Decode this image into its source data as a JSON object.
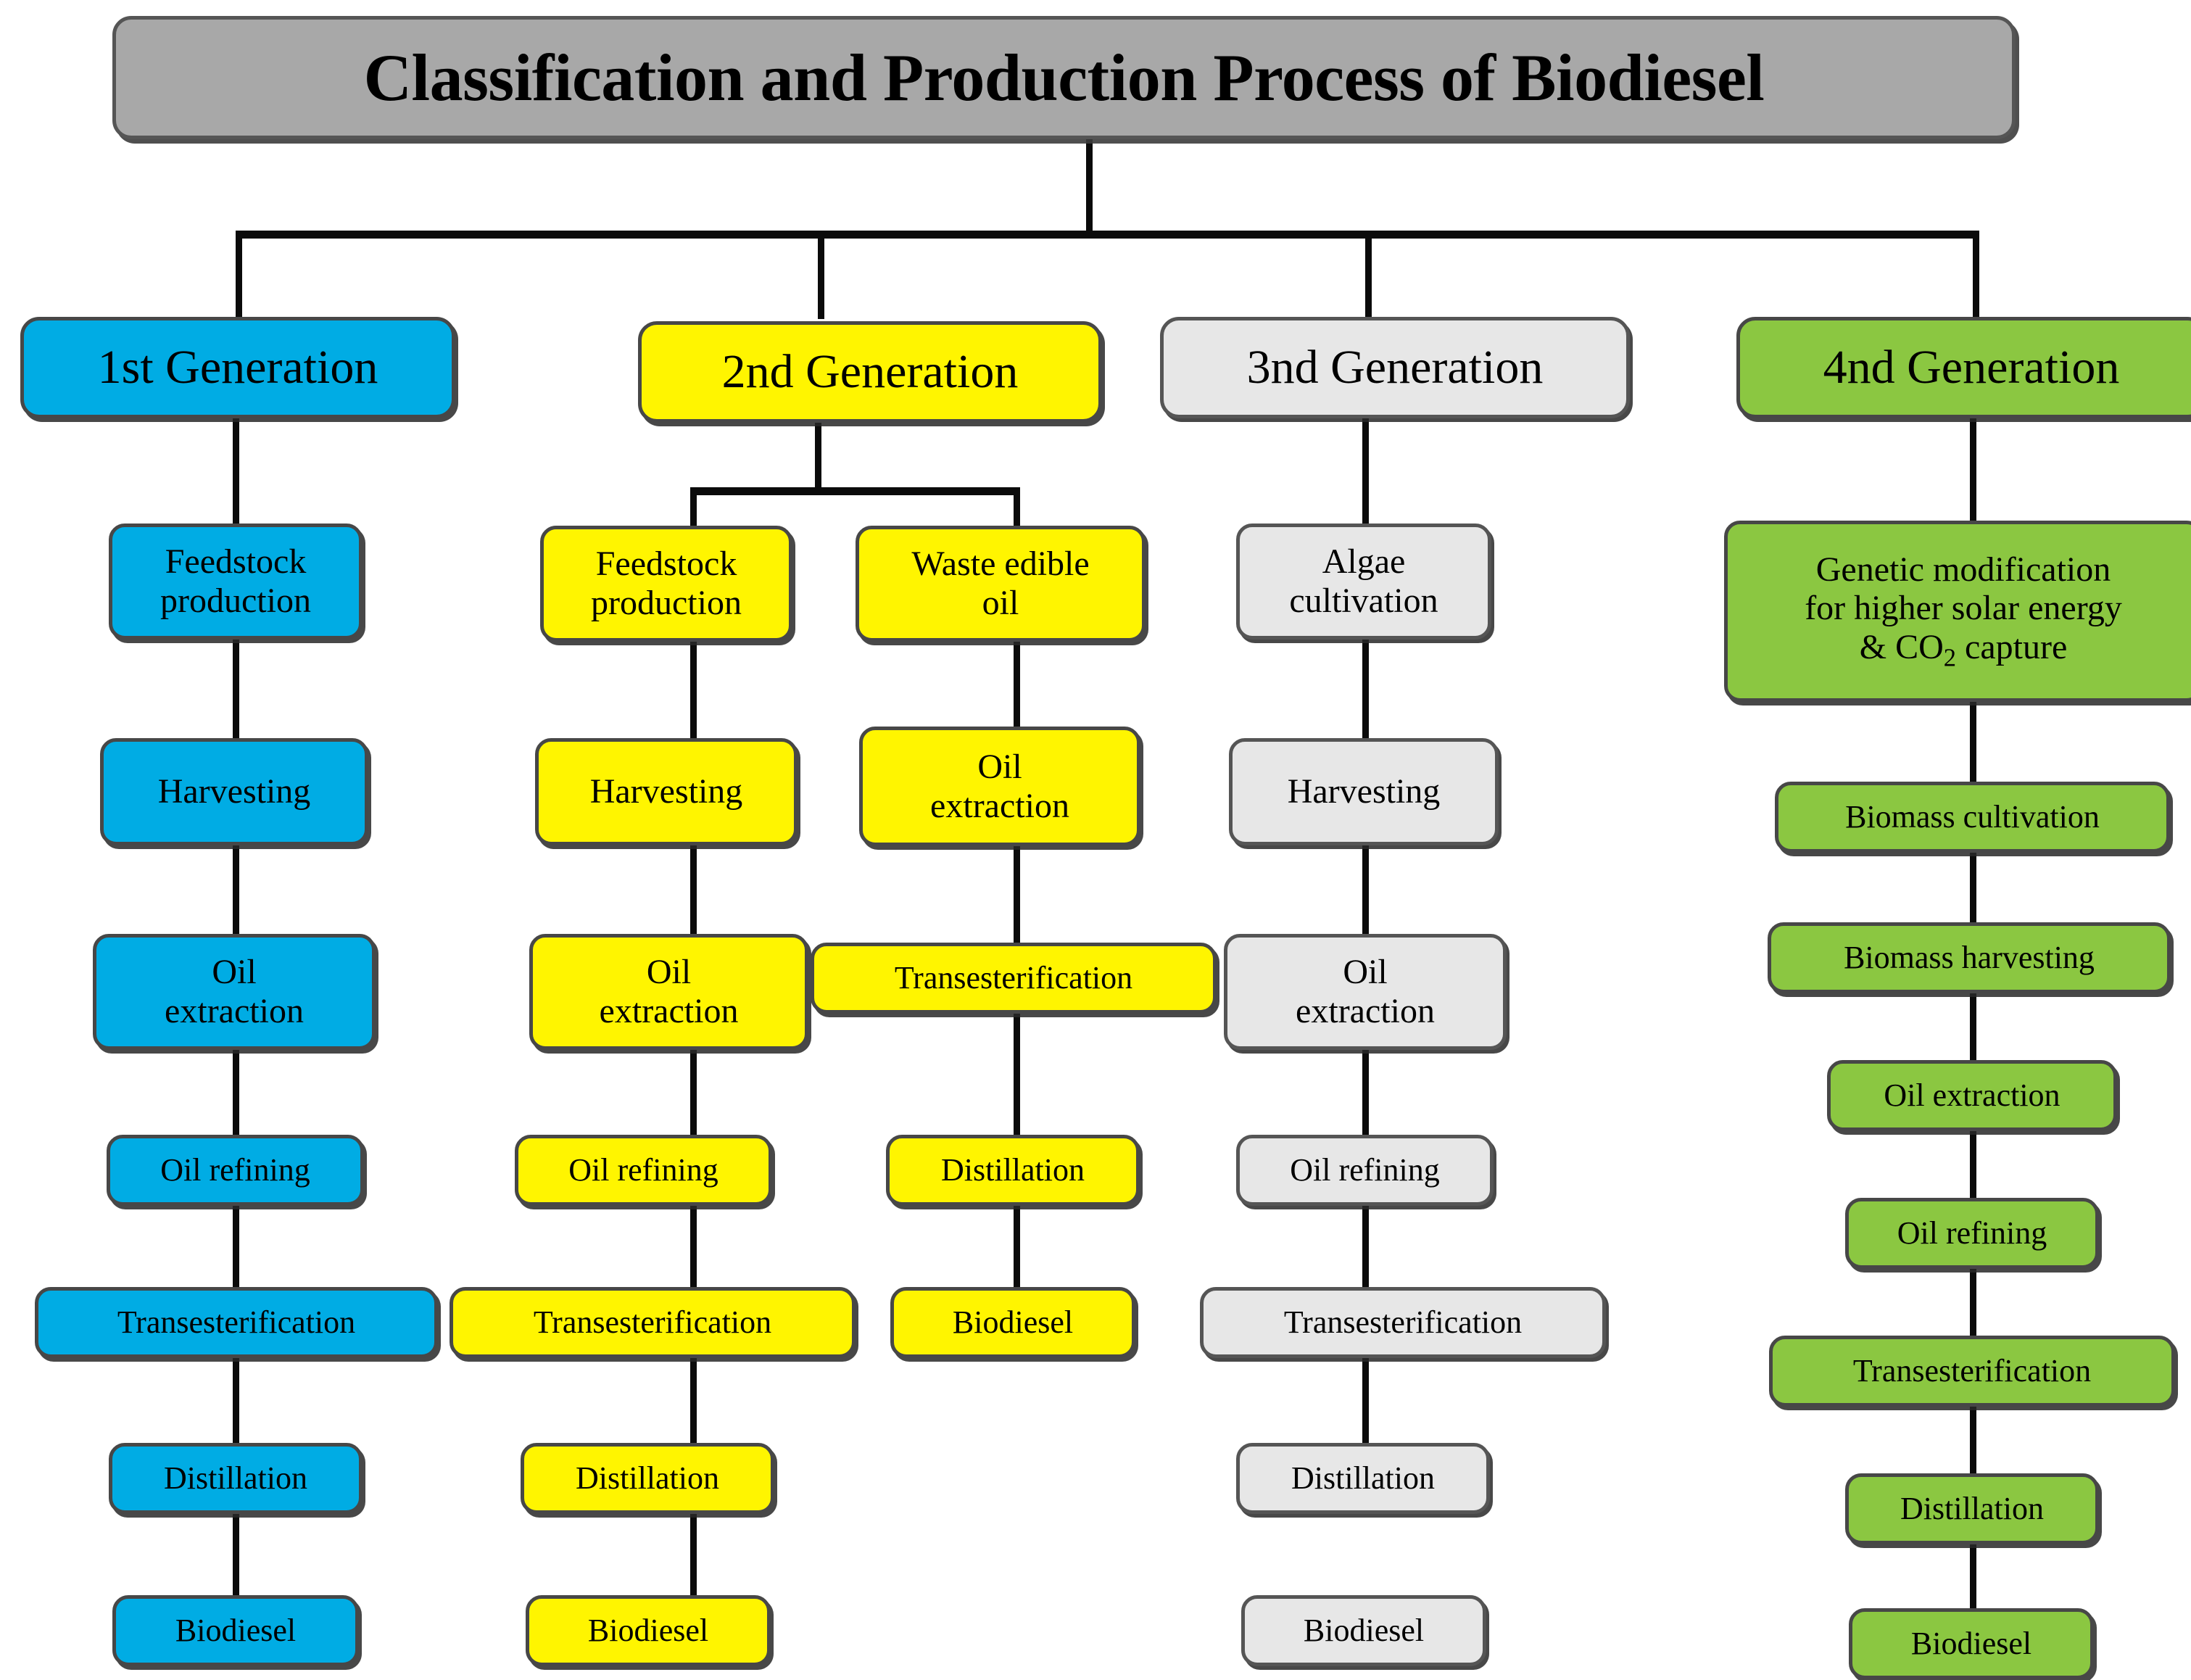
{
  "title": {
    "text": "Classification and Production Process of Biodiesel"
  },
  "generations": [
    {
      "id": "gen1",
      "header": "1st Generation",
      "color": "#00ACE4",
      "steps": [
        "Feedstock production",
        "Harvesting",
        "Oil extraction",
        "Oil refining",
        "Transesterification",
        "Distillation",
        "Biodiesel"
      ]
    },
    {
      "id": "gen2",
      "header": "2nd Generation",
      "color": "#FFF500",
      "branches": [
        {
          "id": "gen2a",
          "steps": [
            "Feedstock production",
            "Harvesting",
            "Oil extraction",
            "Oil refining",
            "Transesterification",
            "Distillation",
            "Biodiesel"
          ]
        },
        {
          "id": "gen2b",
          "steps": [
            "Waste edible oil",
            "Oil extraction",
            "Transesterification",
            "Distillation",
            "Biodiesel"
          ]
        }
      ]
    },
    {
      "id": "gen3",
      "header": "3nd Generation",
      "color": "#E7E7E7",
      "steps": [
        "Algae cultivation",
        "Harvesting",
        "Oil extraction",
        "Oil refining",
        "Transesterification",
        "Distillation",
        "Biodiesel"
      ]
    },
    {
      "id": "gen4",
      "header": "4nd Generation",
      "color": "#8BC741",
      "steps": [
        "Genetic modification for higher solar energy & CO2 capture",
        "Biomass cultivation",
        "Biomass harvesting",
        "Oil extraction",
        "Oil refining",
        "Transesterification",
        "Distillation",
        "Biodiesel"
      ]
    }
  ],
  "gen1_steps": {
    "s0_l1": "Feedstock",
    "s0_l2": "production",
    "s1": "Harvesting",
    "s2_l1": "Oil",
    "s2_l2": "extraction",
    "s3": "Oil refining",
    "s4": "Transesterification",
    "s5": "Distillation",
    "s6": "Biodiesel"
  },
  "gen2a_steps": {
    "s0_l1": "Feedstock",
    "s0_l2": "production",
    "s1": "Harvesting",
    "s2_l1": "Oil",
    "s2_l2": "extraction",
    "s3": "Oil refining",
    "s4": "Transesterification",
    "s5": "Distillation",
    "s6": "Biodiesel"
  },
  "gen2b_steps": {
    "s0_l1": "Waste edible",
    "s0_l2": "oil",
    "s1_l1": "Oil",
    "s1_l2": "extraction",
    "s2": "Transesterification",
    "s3": "Distillation",
    "s4": "Biodiesel"
  },
  "gen3_steps": {
    "s0_l1": "Algae",
    "s0_l2": "cultivation",
    "s1": "Harvesting",
    "s2_l1": "Oil",
    "s2_l2": "extraction",
    "s3": "Oil refining",
    "s4": "Transesterification",
    "s5": "Distillation",
    "s6": "Biodiesel"
  },
  "gen4_steps": {
    "s0_l1": "Genetic modification",
    "s0_l2": "for higher solar energy",
    "s0_l3a": "& CO",
    "s0_l3b": "2",
    "s0_l3c": " capture",
    "s1": "Biomass cultivation",
    "s2": "Biomass harvesting",
    "s3": "Oil extraction",
    "s4": "Oil refining",
    "s5": "Transesterification",
    "s6": "Distillation",
    "s7": "Biodiesel"
  },
  "headers": {
    "gen1": "1st Generation",
    "gen2": "2nd Generation",
    "gen3": "3nd Generation",
    "gen4": "4nd Generation"
  },
  "colors": {
    "gen1": "#00ACE4",
    "gen2": "#FFF500",
    "gen3": "#E7E7E7",
    "gen4": "#8BC741",
    "title_bg": "#A8A8A8",
    "border": "#474747",
    "connector": "#0b0b0b"
  }
}
